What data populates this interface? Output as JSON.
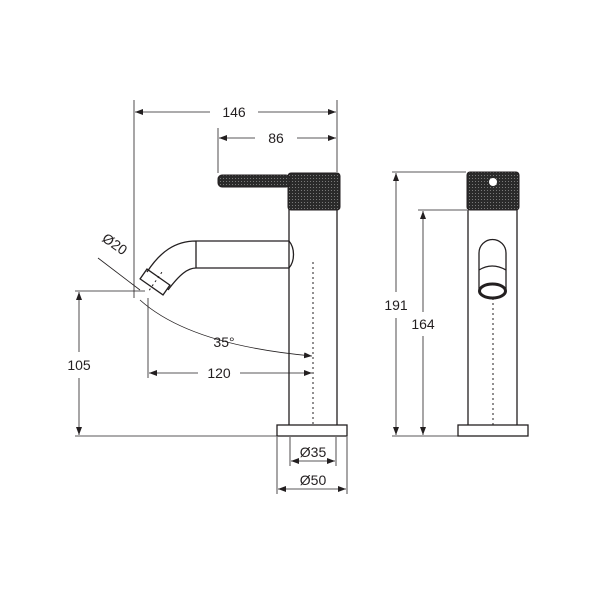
{
  "drawing": {
    "dimensions": {
      "overall_reach": "146",
      "handle_reach": "86",
      "outlet_diameter": "Ø20",
      "outlet_height": "105",
      "spout_reach": "120",
      "spout_angle": "35°",
      "body_diameter": "Ø35",
      "base_diameter": "Ø50",
      "overall_height": "191",
      "body_height": "164"
    },
    "colors": {
      "line": "#231f20",
      "knurled": "#2a2a2a"
    }
  }
}
